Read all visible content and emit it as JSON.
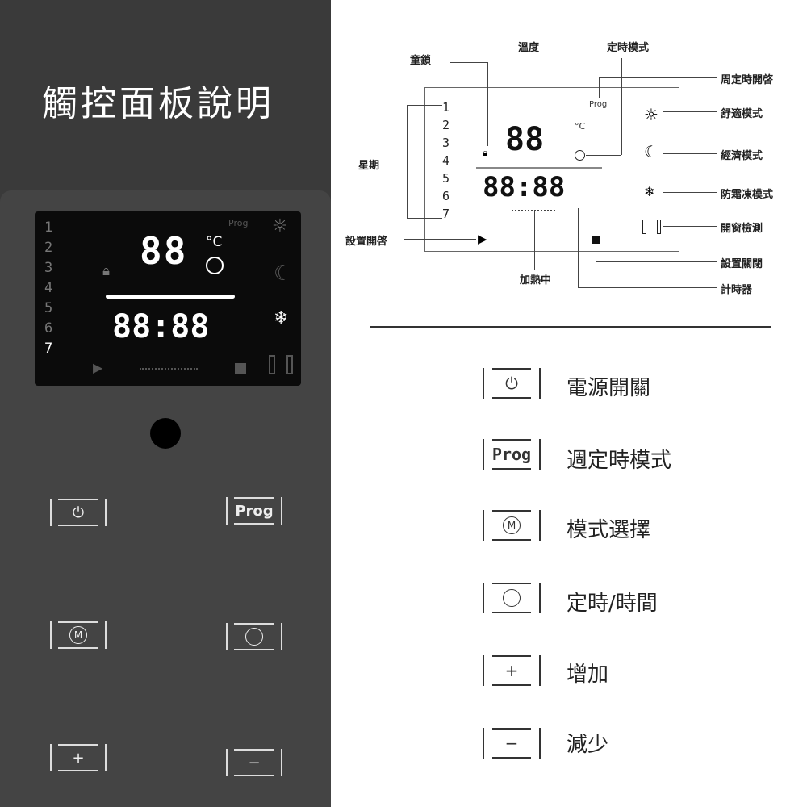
{
  "title": "觸控面板說明",
  "lcd": {
    "days": [
      "1",
      "2",
      "3",
      "4",
      "5",
      "6",
      "7"
    ],
    "prog": "Prog",
    "temp": "88",
    "unit": "°C",
    "time": "88:88"
  },
  "panel_buttons": {
    "prog": "Prog",
    "mode": "M",
    "plus": "+",
    "minus": "−"
  },
  "diagram": {
    "labels": {
      "lock": "童鎖",
      "temperature": "溫度",
      "timer_mode": "定時模式",
      "week": "星期",
      "set_on": "設置開啓",
      "heating": "加熱中",
      "weekly_timer_on": "周定時開啓",
      "comfort": "舒適模式",
      "eco": "經濟模式",
      "antifreeze": "防霜凍模式",
      "window": "開窗檢測",
      "set_off": "設置關閉",
      "timer": "計時器"
    },
    "prog": "Prog",
    "temp": "88",
    "unit": "°C",
    "time": "88:88",
    "days": [
      "1",
      "2",
      "3",
      "4",
      "5",
      "6",
      "7"
    ]
  },
  "legend": [
    {
      "icon": "power-icon",
      "key": "⏻",
      "label": "電源開關"
    },
    {
      "icon": "prog-text",
      "key": "Prog",
      "label": "週定時模式"
    },
    {
      "icon": "mode-icon",
      "key": "M",
      "label": "模式選擇"
    },
    {
      "icon": "clock-icon",
      "key": "",
      "label": "定時/時間"
    },
    {
      "icon": "plus-icon",
      "key": "+",
      "label": "增加"
    },
    {
      "icon": "minus-icon",
      "key": "−",
      "label": "減少"
    }
  ]
}
